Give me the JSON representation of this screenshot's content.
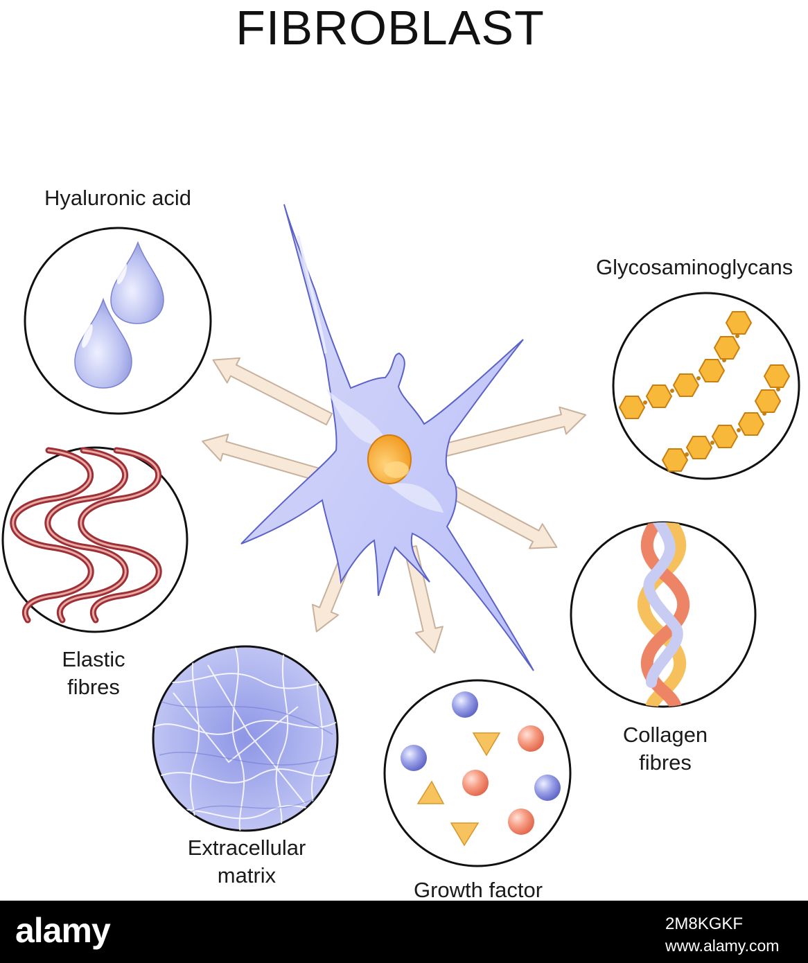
{
  "title": "FIBROBLAST",
  "labels": {
    "hyaluronic_acid": "Hyaluronic acid",
    "glycosaminoglycans": "Glycosaminoglycans",
    "elastic_fibres_line1": "Elastic",
    "elastic_fibres_line2": "fibres",
    "collagen_fibres_line1": "Collagen",
    "collagen_fibres_line2": "fibres",
    "extracellular_matrix_line1": "Extracellular",
    "extracellular_matrix_line2": "matrix",
    "growth_factor": "Growth factor"
  },
  "footer": {
    "logo": "alamy",
    "image_id": "2M8KGKF",
    "url": "www.alamy.com"
  },
  "colors": {
    "cell_fill": "#c9cdf2",
    "cell_outline": "#5a62c8",
    "nucleus": "#f4a21f",
    "arrow_fill": "#f7e6d6",
    "elastic_fibre": "#a9383c",
    "hexagon": "#f7b733",
    "sphere_blue": "#7f86d8",
    "sphere_orange": "#ef7f66",
    "triangle": "#f6c05a"
  }
}
